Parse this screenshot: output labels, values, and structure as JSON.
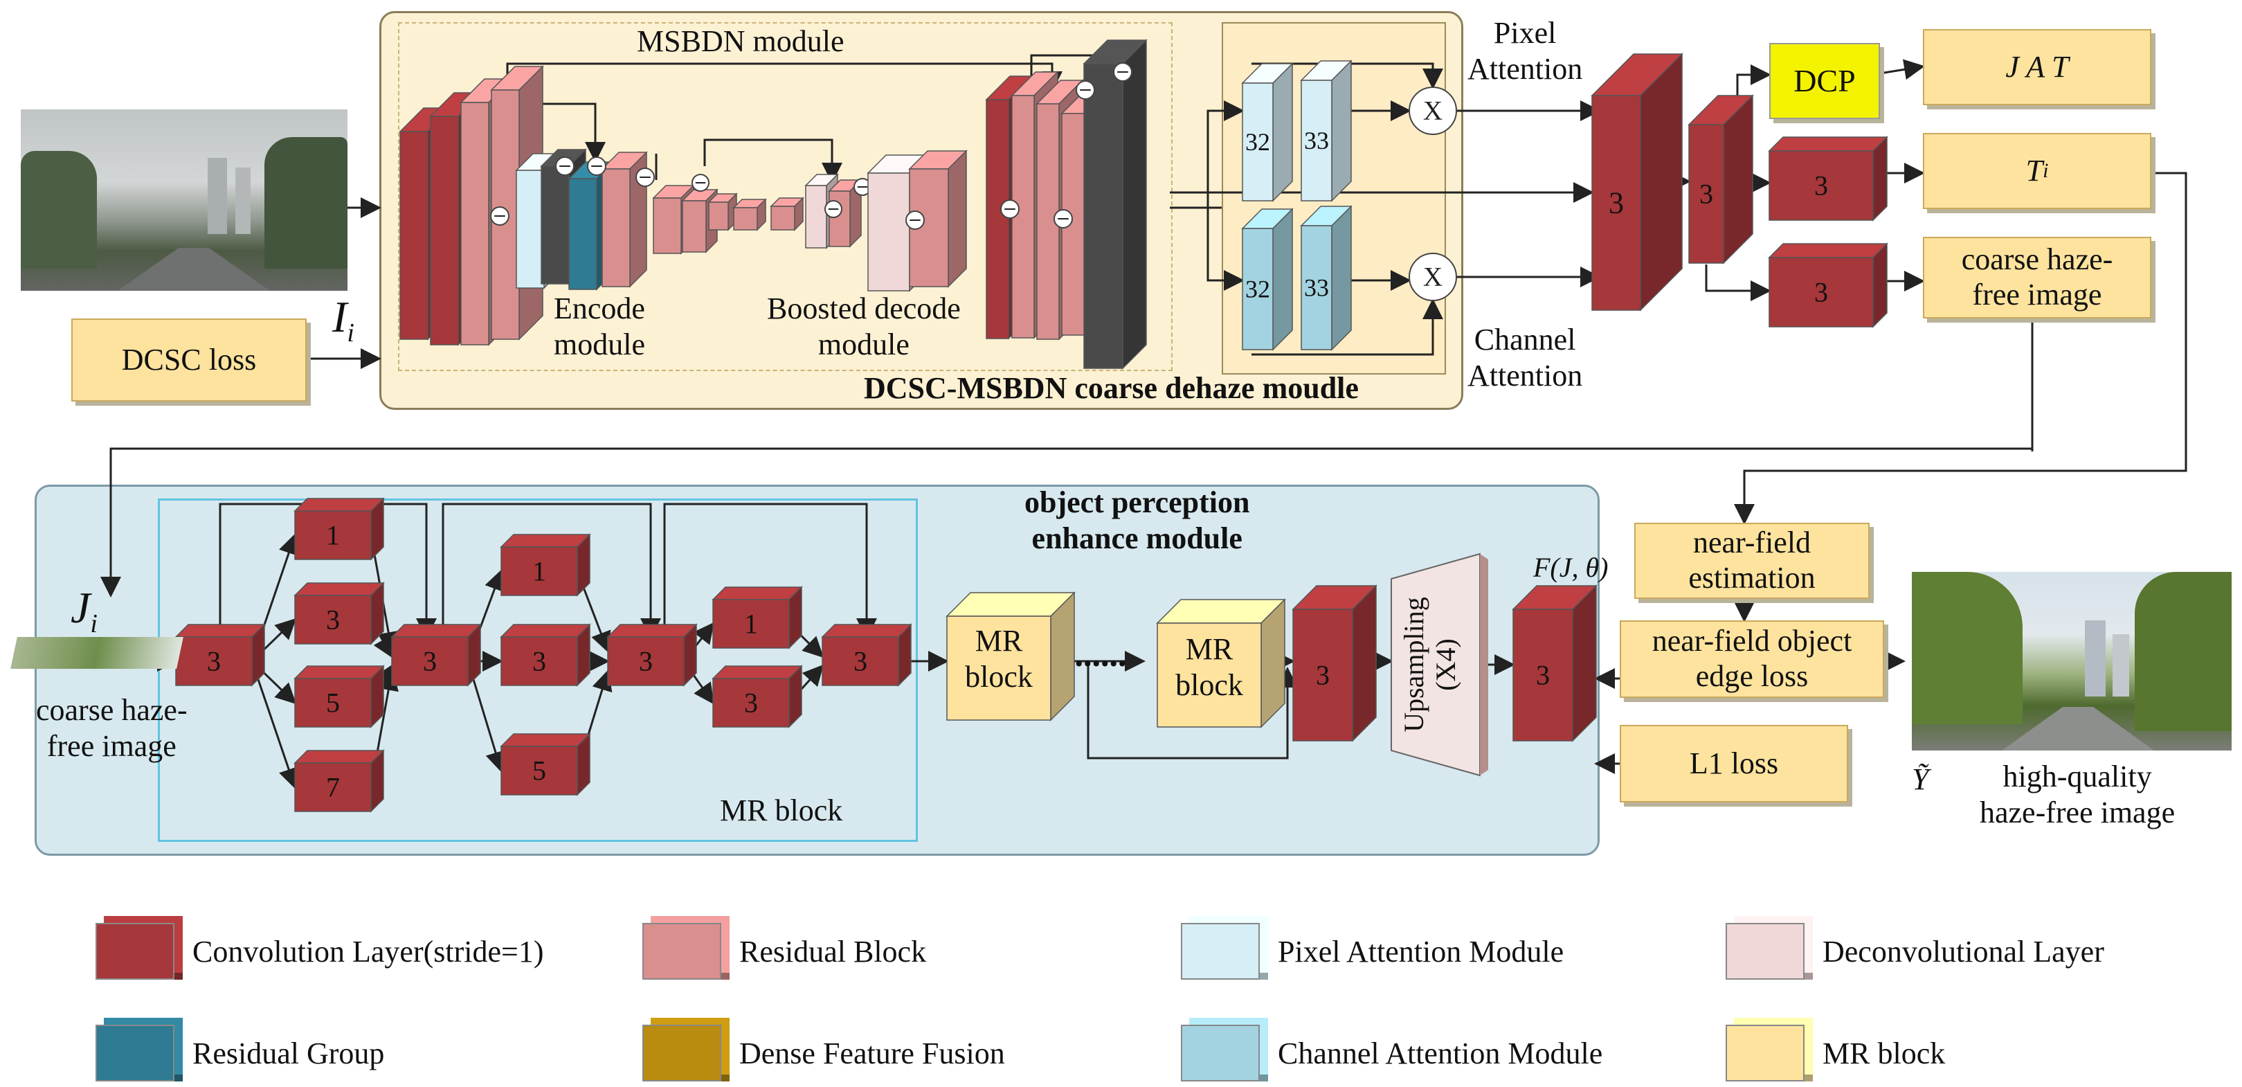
{
  "top": {
    "msbdn_module": "MSBDN module",
    "encode_module": "Encode\nmodule",
    "boosted_decode": "Boosted decode\nmodule",
    "coarse_module": "DCSC-MSBDN coarse dehaze moudle",
    "input_label": "I",
    "input_sub": "i",
    "dcsc_loss": "DCSC loss",
    "pixel_attention": "Pixel\nAttention",
    "channel_attention": "Channel\nAttention",
    "pa_blocks": [
      "32",
      "33"
    ],
    "ca_blocks": [
      "32",
      "33"
    ],
    "mult_symbol": "X",
    "conv_big": "3",
    "conv_mid": "3",
    "conv_t": "3",
    "conv_coarse": "3",
    "dcp": "DCP",
    "j_a_t": "J  A  T",
    "t_i": "T",
    "t_i_sub": "i",
    "coarse_out": "coarse haze-\nfree image"
  },
  "bottom": {
    "module_title": "object perception\nenhance  module",
    "j_i": "J",
    "j_i_sub": "i",
    "coarse_in_caption": "coarse haze-\nfree image",
    "mr_block_caption": "MR block",
    "mr_input_conv": "3",
    "branch1": [
      "1",
      "3",
      "5",
      "7"
    ],
    "mid_conv": "3",
    "branch2": [
      "1",
      "3",
      "5"
    ],
    "merge2": "3",
    "branch3": [
      "1",
      "3"
    ],
    "merge3": "3",
    "mr_block_1": "MR\nblock",
    "mr_block_2": "MR\nblock",
    "dots": "......",
    "conv_after": "3",
    "upsampling": "Upsampling\n(X4)",
    "f_label": "F(J, θ)",
    "conv_final": "3",
    "near_field_est": "near-field\nestimation",
    "near_field_loss": "near-field object\nedge loss",
    "l1_loss": "L1 loss",
    "y_label": "Ỹ",
    "output_caption": "high-quality\nhaze-free image"
  },
  "legend": [
    {
      "label": "Convolution Layer(stride=1)",
      "color": "#a6373a"
    },
    {
      "label": "Residual Block",
      "color": "#da8f8f"
    },
    {
      "label": "Pixel Attention Module",
      "color": "#d6eef6"
    },
    {
      "label": "Deconvolutional Layer",
      "color": "#f1d8d8"
    },
    {
      "label": "Residual Group",
      "color": "#2e7b93"
    },
    {
      "label": "Dense Feature Fusion",
      "color": "#b98c10"
    },
    {
      "label": "Channel Attention Module",
      "color": "#a3d3e0"
    },
    {
      "label": "MR block",
      "color": "#fde39e"
    }
  ],
  "colors": {
    "conv": "#a6373a",
    "residual": "#da8f8f",
    "pixel_att": "#d6eef6",
    "channel_att": "#a3d3e0",
    "deconv": "#f1d8d8",
    "res_group": "#2e7b93",
    "dense_fusion": "#b98c10",
    "mr_block": "#fde39e",
    "top_panel": "#fdf1d3",
    "bottom_panel": "#d7e9ef",
    "dcp": "#f3f300"
  }
}
